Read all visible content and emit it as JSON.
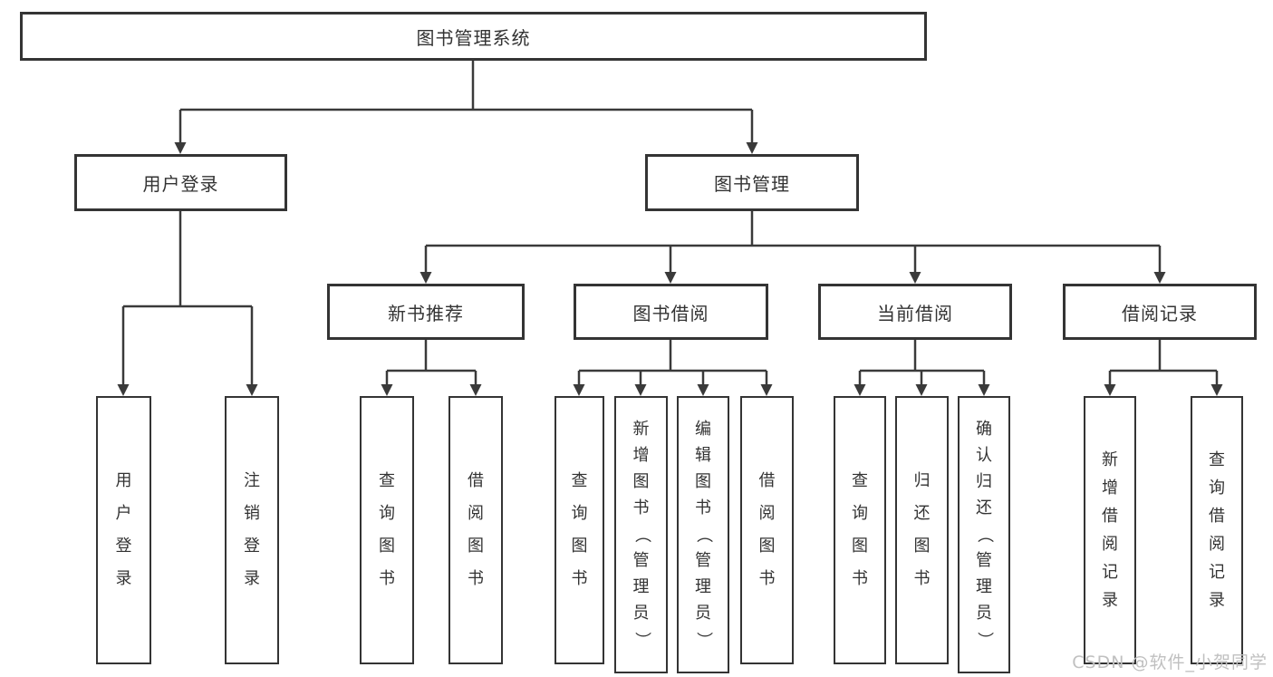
{
  "diagram": {
    "root": {
      "label": "图书管理系统"
    },
    "level2": [
      {
        "label": "用户登录"
      },
      {
        "label": "图书管理"
      }
    ],
    "level3": [
      {
        "label": "新书推荐"
      },
      {
        "label": "图书借阅"
      },
      {
        "label": "当前借阅"
      },
      {
        "label": "借阅记录"
      }
    ],
    "leaves": [
      {
        "label": "用户登录"
      },
      {
        "label": "注销登录"
      },
      {
        "label": "查询图书"
      },
      {
        "label": "借阅图书"
      },
      {
        "label": "查询图书"
      },
      {
        "label": "新增图书（管理员）"
      },
      {
        "label": "编辑图书（管理员）"
      },
      {
        "label": "借阅图书"
      },
      {
        "label": "查询图书"
      },
      {
        "label": "归还图书"
      },
      {
        "label": "确认归还（管理员）"
      },
      {
        "label": "新增借阅记录"
      },
      {
        "label": "查询借阅记录"
      }
    ],
    "watermark": "CSDN @软件_小贺同学",
    "colors": {
      "line": "#3a3a3a",
      "border": "#343434",
      "text": "#333333",
      "watermark": "#c0c0c0",
      "background": "#ffffff"
    }
  }
}
